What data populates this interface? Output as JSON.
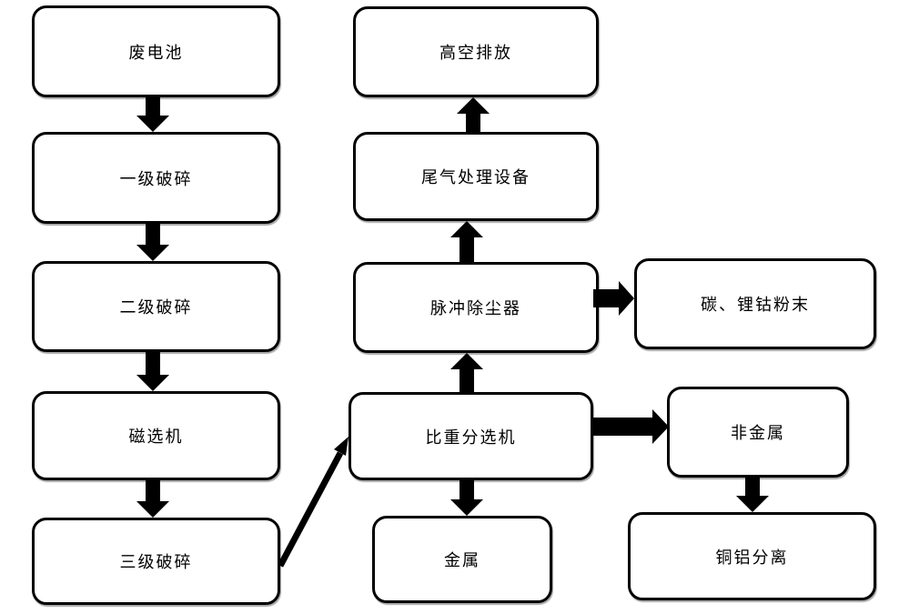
{
  "diagram": {
    "background_color": "#ffffff",
    "stroke_color": "#000000",
    "nodes": {
      "waste_battery": {
        "label": "废电池"
      },
      "primary_crushing": {
        "label": "一级破碎"
      },
      "secondary_crushing": {
        "label": "二级破碎"
      },
      "magnetic_separator": {
        "label": "磁选机"
      },
      "tertiary_crushing": {
        "label": "三级破碎"
      },
      "high_altitude_discharge": {
        "label": "高空排放"
      },
      "exhaust_gas_treatment": {
        "label": "尾气处理设备"
      },
      "pulse_dust_collector": {
        "label": "脉冲除尘器"
      },
      "gravity_separator": {
        "label": "比重分选机"
      },
      "metal": {
        "label": "金属"
      },
      "carbon_lithium_cobalt_powder": {
        "label": "碳、锂钴粉末"
      },
      "non_metal": {
        "label": "非金属"
      },
      "copper_aluminum_separation": {
        "label": "铜铝分离"
      }
    },
    "edges": [
      {
        "from": "废电池",
        "to": "一级破碎",
        "direction": "down"
      },
      {
        "from": "一级破碎",
        "to": "二级破碎",
        "direction": "down"
      },
      {
        "from": "二级破碎",
        "to": "磁选机",
        "direction": "down"
      },
      {
        "from": "磁选机",
        "to": "三级破碎",
        "direction": "down"
      },
      {
        "from": "三级破碎",
        "to": "比重分选机",
        "direction": "up-right-diagonal"
      },
      {
        "from": "比重分选机",
        "to": "脉冲除尘器",
        "direction": "up"
      },
      {
        "from": "脉冲除尘器",
        "to": "尾气处理设备",
        "direction": "up"
      },
      {
        "from": "尾气处理设备",
        "to": "高空排放",
        "direction": "up"
      },
      {
        "from": "脉冲除尘器",
        "to": "碳、锂钴粉末",
        "direction": "right"
      },
      {
        "from": "比重分选机",
        "to": "非金属",
        "direction": "right"
      },
      {
        "from": "比重分选机",
        "to": "金属",
        "direction": "down"
      },
      {
        "from": "非金属",
        "to": "铜铝分离",
        "direction": "down"
      }
    ]
  }
}
